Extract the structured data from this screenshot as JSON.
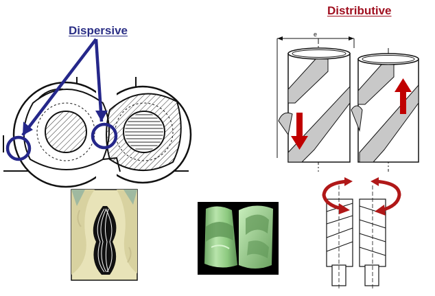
{
  "labels": {
    "dispersive": "Dispersive",
    "distributive": "Distributive",
    "dimension_mark": "e"
  },
  "colors": {
    "dispersive_label": "#2b2f86",
    "distributive_label": "#a01020",
    "dispersive_annotation": "#25278a",
    "flow_arrow": "#c00000",
    "kneading_inset_background": "#e8e3b8",
    "render_green": "#a6d79a",
    "line_art": "#111111"
  },
  "icons": {
    "down_arrow": "red-down-arrow-icon",
    "up_arrow": "red-up-arrow-icon",
    "rotation_arrow": "curved-rotation-arrow-icon"
  }
}
